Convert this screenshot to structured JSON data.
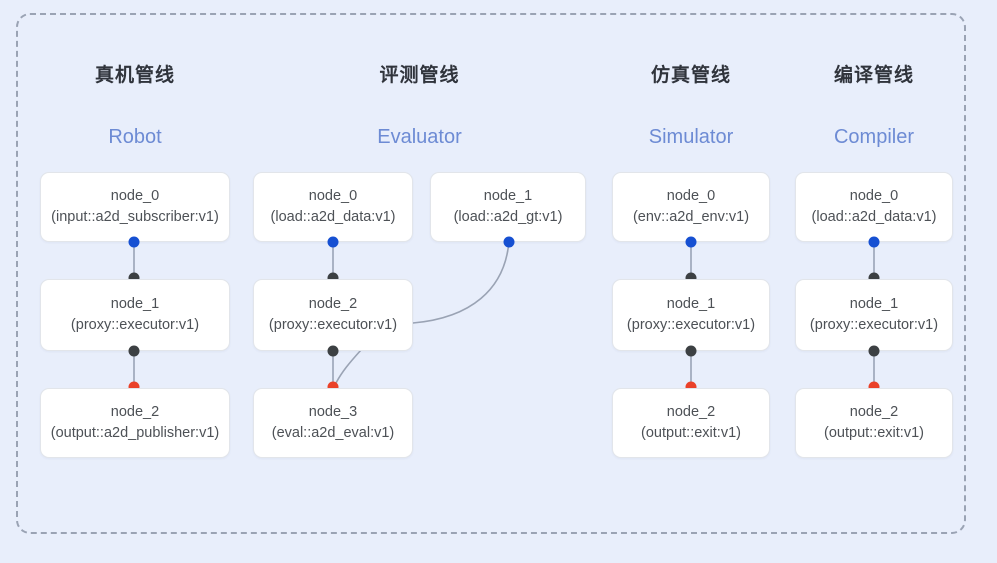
{
  "diagram": {
    "frame_label": "pipeline-container",
    "background_color": "#e8eefb",
    "border_color": "#9aa3b4",
    "port_colors": {
      "input": "#1650d2",
      "middle": "#3c4043",
      "output": "#ea4129"
    }
  },
  "columns": [
    {
      "id": "robot",
      "title_cn": "真机管线",
      "title_en": "Robot",
      "nodes": [
        {
          "name": "node_0",
          "spec": "(input::a2d_subscriber:v1)"
        },
        {
          "name": "node_1",
          "spec": "(proxy::executor:v1)"
        },
        {
          "name": "node_2",
          "spec": "(output::a2d_publisher:v1)"
        }
      ]
    },
    {
      "id": "evaluator",
      "title_cn": "评测管线",
      "title_en": "Evaluator",
      "nodes": [
        {
          "name": "node_0",
          "spec": "(load::a2d_data:v1)"
        },
        {
          "name": "node_1",
          "spec": "(load::a2d_gt:v1)"
        },
        {
          "name": "node_2",
          "spec": "(proxy::executor:v1)"
        },
        {
          "name": "node_3",
          "spec": "(eval::a2d_eval:v1)"
        }
      ]
    },
    {
      "id": "simulator",
      "title_cn": "仿真管线",
      "title_en": "Simulator",
      "nodes": [
        {
          "name": "node_0",
          "spec": "(env::a2d_env:v1)"
        },
        {
          "name": "node_1",
          "spec": "(proxy::executor:v1)"
        },
        {
          "name": "node_2",
          "spec": "(output::exit:v1)"
        }
      ]
    },
    {
      "id": "compiler",
      "title_cn": "编译管线",
      "title_en": "Compiler",
      "nodes": [
        {
          "name": "node_0",
          "spec": "(load::a2d_data:v1)"
        },
        {
          "name": "node_1",
          "spec": "(proxy::executor:v1)"
        },
        {
          "name": "node_2",
          "spec": "(output::exit:v1)"
        }
      ]
    }
  ]
}
